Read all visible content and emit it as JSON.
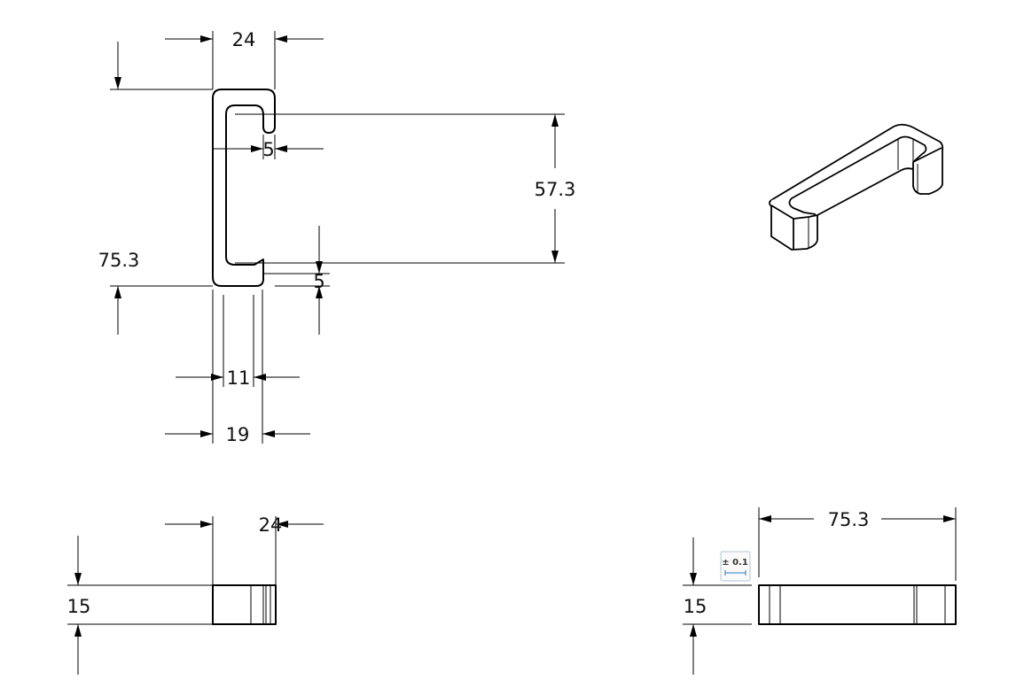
{
  "drawing": {
    "top_view": {
      "dims": {
        "width_top": "24",
        "overall_length": "75.3",
        "inner_opening": "57.3",
        "hook_gap_top": "5",
        "hook_gap_bottom": "5",
        "inner_width": "11",
        "outer_width": "19"
      }
    },
    "side_view": {
      "dims": {
        "width": "24",
        "height": "15"
      }
    },
    "front_view": {
      "dims": {
        "length": "75.3",
        "height": "15"
      },
      "tolerance_badge": "± 0.1"
    },
    "colors": {
      "line": "#000000",
      "tolerance_accent": "#2a7fc9"
    }
  }
}
